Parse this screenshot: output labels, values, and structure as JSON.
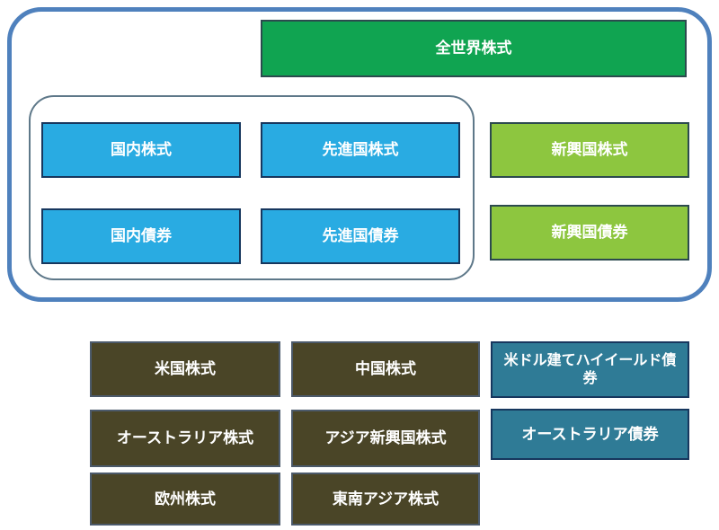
{
  "global_box": {
    "label": "全世界株式"
  },
  "core_boxes": {
    "domestic_equity": "国内株式",
    "developed_equity": "先進国株式",
    "domestic_bond": "国内債券",
    "developed_bond": "先進国債券"
  },
  "emerging_boxes": {
    "equity": "新興国株式",
    "bond": "新興国債券"
  },
  "satellite_boxes": {
    "us_equity": "米国株式",
    "china_equity": "中国株式",
    "usd_high_yield_bond": "米ドル建てハイイールド債券",
    "australia_equity": "オーストラリア株式",
    "asia_emerging_equity": "アジア新興国株式",
    "australia_bond": "オーストラリア債券",
    "europe_equity": "欧州株式",
    "southeast_asia_equity": "東南アジア株式"
  },
  "colors": {
    "global_equity_fill": "#10A451",
    "core_fill": "#29ABE2",
    "emerging_fill": "#8DC63F",
    "overseas_equity_fill": "#4A4527",
    "overseas_bond_fill": "#2F7B96",
    "outer_frame_border": "#4F81BD",
    "inner_frame_border": "#5E7889",
    "dark_box_border": "#17375E",
    "green_box_border": "#2C4A4E",
    "olive_box_border": "#4C5A6B",
    "text": "#FFFFFF"
  }
}
